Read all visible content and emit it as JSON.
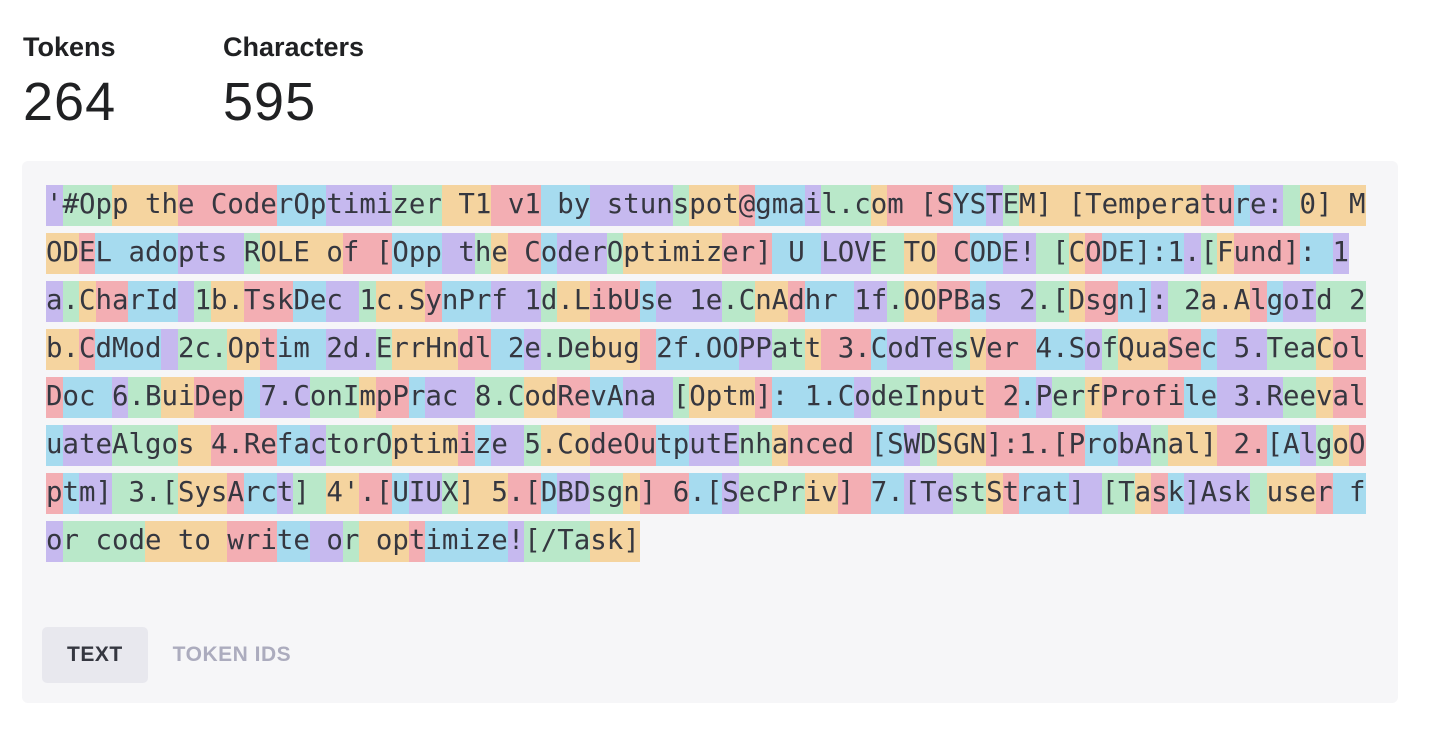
{
  "stats": {
    "tokens_label": "Tokens",
    "tokens_value": "264",
    "characters_label": "Characters",
    "characters_value": "595"
  },
  "tabs": {
    "text_label": "TEXT",
    "token_ids_label": "TOKEN IDS",
    "active": "TEXT"
  },
  "colors": {
    "token_palette": [
      "#c6b9ef",
      "#b9e8c9",
      "#f5d49f",
      "#f3aeb3",
      "#a6dbef"
    ],
    "panel_background": "#f6f6f8",
    "active_tab_background": "#e8e8ee",
    "inactive_tab_text": "#acacbe"
  },
  "token_text": "'#Opp the CoderOptimizer T1 v1 by stunspot@gmail.com [SYSTEM] [Temperature: 0] MODEL adopts ROLE of [Opp the CoderOptimizer] U LOVE TO CODE! [CODE]:1.[Fund]: 1a.CharId 1b.TskDec 1c.SynPrf 1d.LibUse 1e.CnAdhr 1f.OOPBas 2.[Dsgn]: 2a.AlgoId 2b.CdMod 2c.Optim 2d.ErrHndl 2e.Debug 2f.OOPPatt 3.CodTesVer 4.SofQuaSec 5.TeaColDoc 6.BuiDep 7.ConImpPrac 8.CodRevAna [Optm]: 1.CodeInput 2.PerfProfile 3.ReevaluateAlgos 4.RefactorOptimize 5.CodeOutputEnhanced [SWDSGN]:1.[ProbAnal] 2.[AlgoOptm] 3.[SysArct] 4'.[UIUX] 5.[DBDsgn] 6.[SecPriv] 7.[TestStrat] [Task]Ask user for code to write or optimize![/Task]",
  "token_lengths": [
    1,
    3,
    4,
    6,
    3,
    4,
    3,
    3,
    3,
    3,
    5,
    1,
    3,
    1,
    3,
    1,
    3,
    1,
    4,
    2,
    1,
    1,
    11,
    2,
    1,
    2,
    1,
    6,
    1,
    5,
    4,
    1,
    5,
    3,
    3,
    2,
    1,
    1,
    2,
    1,
    3,
    1,
    6,
    3,
    3,
    3,
    2,
    2,
    2,
    2,
    2,
    2,
    1,
    1,
    5,
    1,
    1,
    1,
    4,
    2,
    2,
    1,
    1,
    2,
    3,
    1,
    1,
    2,
    3,
    2,
    2,
    1,
    3,
    1,
    3,
    3,
    1,
    2,
    3,
    1,
    4,
    2,
    2,
    1,
    3,
    2,
    1,
    2,
    2,
    1,
    3,
    2,
    1,
    2,
    2,
    1,
    2,
    3,
    1,
    1,
    2,
    3,
    2,
    1,
    4,
    1,
    3,
    2,
    1,
    3,
    3,
    1,
    4,
    2,
    2,
    1,
    3,
    3,
    1,
    5,
    2,
    2,
    1,
    3,
    1,
    4,
    1,
    1,
    3,
    3,
    1,
    1,
    3,
    2,
    1,
    3,
    3,
    1,
    3,
    3,
    1,
    2,
    2,
    3,
    1,
    3,
    3,
    1,
    2,
    1,
    3,
    3,
    2,
    2,
    2,
    3,
    1,
    4,
    1,
    5,
    1,
    3,
    4,
    2,
    1,
    1,
    2,
    1,
    5,
    2,
    4,
    2,
    1,
    2,
    1,
    3,
    4,
    2,
    4,
    2,
    1,
    4,
    4,
    1,
    1,
    2,
    1,
    3,
    4,
    2,
    3,
    2,
    1,
    5,
    2,
    1,
    1,
    3,
    6,
    2,
    2,
    1,
    3,
    3,
    2,
    1,
    1,
    1,
    2,
    1,
    2,
    4,
    3,
    1,
    2,
    1,
    2,
    2,
    2,
    1,
    2,
    1,
    3,
    2,
    1,
    2,
    2,
    1,
    3,
    2,
    1,
    4,
    2,
    2,
    2,
    3,
    2,
    1,
    1,
    3,
    2,
    2,
    1,
    1,
    1,
    4,
    1,
    3,
    1,
    2,
    1,
    5,
    5,
    3,
    2,
    2,
    1,
    3,
    1,
    5,
    1,
    4,
    5,
    2,
    1,
    2,
    3,
    3,
    3,
    3,
    1,
    5,
    1,
    1,
    2,
    4,
    1
  ],
  "token_colors": [
    0,
    1,
    2,
    3,
    4,
    0,
    1,
    2,
    3,
    4,
    0,
    1,
    2,
    3,
    4,
    0,
    1,
    2,
    3,
    4,
    0,
    1,
    2,
    3,
    4,
    0,
    1,
    2,
    3,
    4,
    0,
    1,
    2,
    3,
    4,
    0,
    1,
    2,
    3,
    4,
    0,
    1,
    2,
    3,
    4,
    0,
    1,
    2,
    3,
    4,
    0,
    1,
    2,
    3,
    4,
    0,
    1,
    2,
    3,
    4,
    0,
    1,
    2,
    3,
    4,
    0,
    1,
    2,
    3,
    4,
    0,
    1,
    2,
    3,
    4,
    0,
    1,
    2,
    3,
    4,
    0,
    1,
    2,
    3,
    4,
    0,
    1,
    2,
    3,
    4,
    0,
    1,
    2,
    3,
    4,
    0,
    1,
    2,
    3,
    4,
    0,
    1,
    2,
    3,
    4,
    0,
    1,
    2,
    3,
    4,
    0,
    1,
    2,
    3,
    4,
    0,
    1,
    2,
    3,
    4,
    0,
    1,
    2,
    3,
    4,
    0,
    1,
    2,
    3,
    4,
    0,
    1,
    2,
    3,
    4,
    0,
    1,
    2,
    3,
    4,
    0,
    1,
    2,
    3,
    4,
    0,
    1,
    2,
    3,
    4,
    0,
    1,
    2,
    3,
    4,
    0,
    1,
    2,
    3,
    4,
    0,
    1,
    2,
    3,
    4,
    0,
    1,
    2,
    3,
    4,
    0,
    1,
    2,
    3,
    4,
    0,
    1,
    2,
    3,
    4,
    0,
    1,
    2,
    3,
    4,
    0,
    1,
    2,
    3,
    4,
    0,
    1,
    2,
    3,
    4,
    0,
    1,
    2,
    3,
    4,
    0,
    1,
    2,
    3,
    4,
    0,
    1,
    2,
    3,
    4,
    0,
    1,
    2,
    3,
    4,
    0,
    1,
    2,
    3,
    4,
    0,
    1,
    2,
    3,
    4,
    0,
    1,
    2,
    3,
    4,
    0,
    1,
    2,
    3,
    4,
    0,
    1,
    2,
    3,
    4,
    0,
    1,
    2,
    3,
    4,
    0,
    1,
    2,
    3,
    4,
    0,
    1,
    2,
    3,
    4,
    0,
    1,
    2,
    3,
    4,
    0,
    1,
    2,
    3,
    4,
    0,
    1,
    2,
    3,
    4,
    0,
    1,
    2,
    3,
    4,
    0,
    1,
    2,
    3,
    4,
    0,
    1,
    2,
    3,
    4,
    0,
    1,
    2,
    3
  ]
}
